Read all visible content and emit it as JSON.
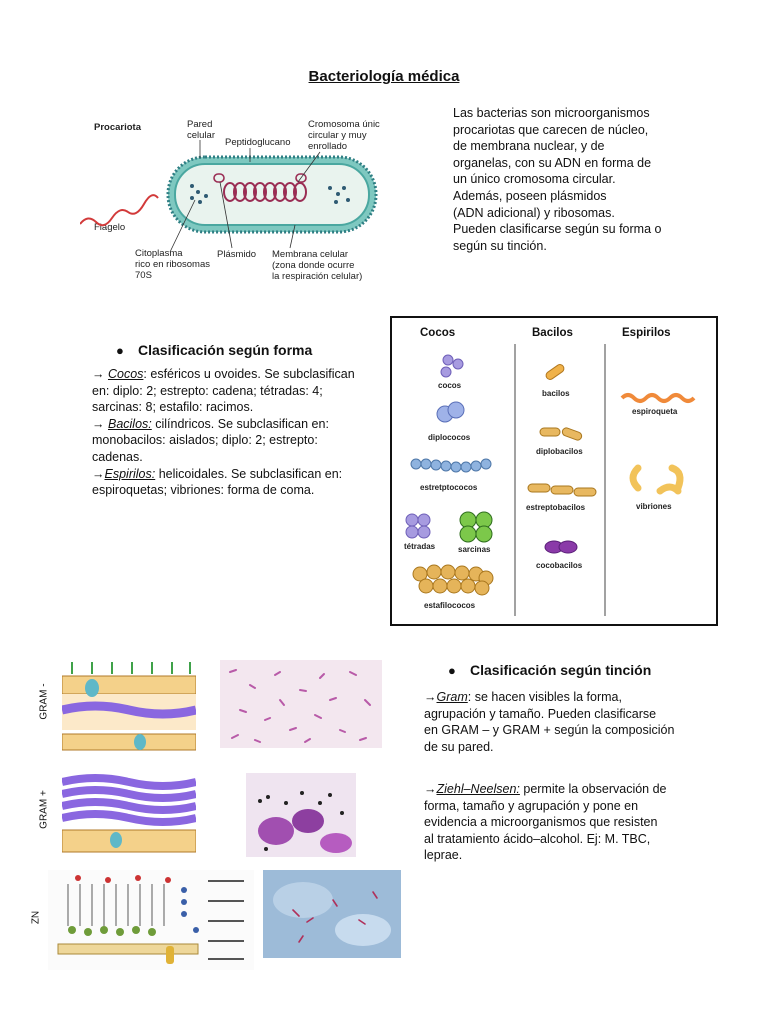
{
  "document": {
    "title": "Bacteriología médica",
    "intro": [
      "Las bacterias son microorganismos",
      "procariotas que carecen de núcleo,",
      "de membrana nuclear, y de",
      "organelas, con su ADN en forma de",
      "un único cromosoma circular.",
      "Además, poseen plásmidos",
      "(ADN adicional) y ribosomas.",
      "Pueden clasificarse según su forma o",
      "según su tinción."
    ]
  },
  "cell_diagram": {
    "heading": "Procariota",
    "labels": {
      "pared": [
        "Pared",
        "celular"
      ],
      "peptido": "Peptidoglucano",
      "cromosoma": [
        "Cromosoma único,",
        "circular y muy",
        "enrollado"
      ],
      "flagelo": "Flagelo",
      "citoplasma": [
        "Citoplasma",
        "rico en ribosomas",
        "70S"
      ],
      "plasmido": "Plásmido",
      "membrana": [
        "Membrana celular",
        "(zona donde ocurre",
        "la respiración celular)"
      ]
    }
  },
  "forma": {
    "bullet": "●",
    "heading": "Clasificación según forma",
    "cocos": {
      "term": "Cocos",
      "prefix": "→ ",
      "lines": [
        ": esféricos u ovoides. Se subclasifican",
        "en: diplo: 2; estrepto: cadena; tétradas: 4;",
        "sarcinas: 8; estafilo: racimos."
      ]
    },
    "bacilos": {
      "term": "Bacilos:",
      "prefix": "→ ",
      "lines": [
        " cilíndricos. Se subclasifican en:",
        "monobacilos: aislados; diplo: 2; estrepto:",
        "cadenas."
      ]
    },
    "espirilos": {
      "term": "Espirilos:",
      "prefix": "→",
      "lines": [
        " helicoidales. Se subclasifican en:",
        "espiroquetas; vibriones: forma de coma."
      ]
    }
  },
  "shapes_figure": {
    "headers": [
      "Cocos",
      "Bacilos",
      "Espirilos"
    ],
    "cocos_labels": [
      "cocos",
      "diplococos",
      "estretptococos",
      "tétradas",
      "sarcinas",
      "estafilococos"
    ],
    "bacilos_labels": [
      "bacilos",
      "diplobacilos",
      "estreptobacilos",
      "cocobacilos"
    ],
    "espirilos_labels": [
      "espiroqueta",
      "vibriones"
    ]
  },
  "tincion": {
    "bullet": "●",
    "heading": "Clasificación según tinción",
    "gram": {
      "prefix": "→",
      "term": "Gram",
      "lines": [
        ": se hacen visibles la forma,",
        "agrupación y tamaño. Pueden clasificarse",
        "en GRAM – y GRAM + según la composición",
        "de su pared."
      ]
    },
    "zn": {
      "prefix": "→",
      "term": "Ziehl–Neelsen:",
      "lines": [
        " permite la observación de",
        "forma, tamaño y agrupación y pone en",
        "evidencia a microorganismos que resisten",
        "al tratamiento ácido–alcohol. Ej: M. TBC,",
        "leprae."
      ]
    }
  },
  "wall_labels": [
    "GRAM -",
    "GRAM +",
    "ZN"
  ],
  "colors": {
    "membrane_tan": "#d9a24a",
    "peptido_purple": "#8a67e0",
    "stain_pink": "#b85aa8",
    "zn_blue": "#9dbbd8"
  }
}
